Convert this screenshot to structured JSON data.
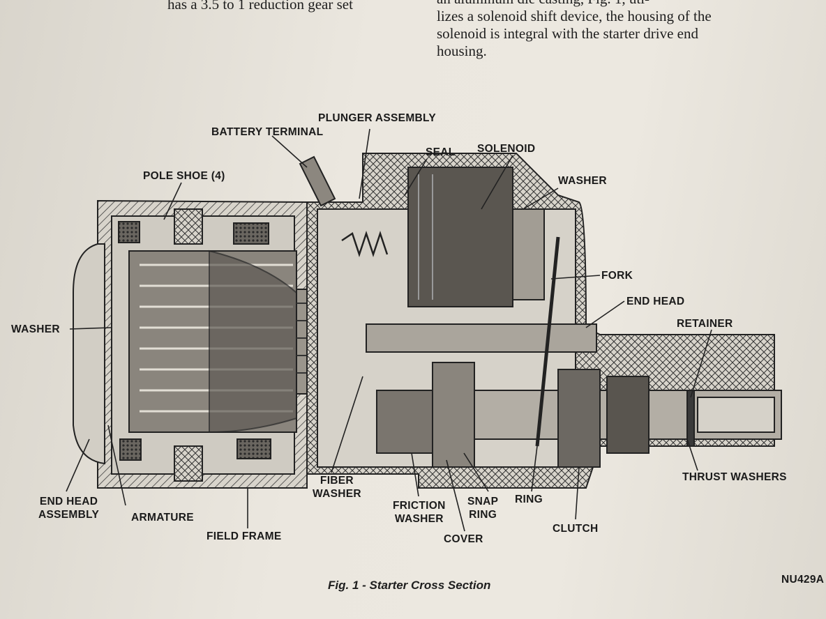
{
  "text": {
    "left_fragment": "has a 3.5 to 1 reduction gear set",
    "right_lines": [
      "an aluminum die casting, Fig. 1, uti-",
      "lizes a solenoid shift device, the housing of the",
      "solenoid is integral with the starter drive end",
      "housing."
    ]
  },
  "figure": {
    "caption": "Fig. 1 - Starter Cross Section",
    "code": "NU429A",
    "labels": {
      "plunger_assembly": "PLUNGER ASSEMBLY",
      "battery_terminal": "BATTERY TERMINAL",
      "seal": "SEAL",
      "solenoid": "SOLENOID",
      "pole_shoe": "POLE SHOE (4)",
      "washer_top": "WASHER",
      "fork": "FORK",
      "end_head": "END HEAD",
      "retainer": "RETAINER",
      "washer_left": "WASHER",
      "thrust_washers": "THRUST WASHERS",
      "end_head_assembly": [
        "END HEAD",
        "ASSEMBLY"
      ],
      "armature": "ARMATURE",
      "fiber_washer": [
        "FIBER",
        "WASHER"
      ],
      "friction_washer": [
        "FRICTION",
        "WASHER"
      ],
      "snap_ring": [
        "SNAP",
        "RING"
      ],
      "ring": "RING",
      "cover": "COVER",
      "clutch": "CLUTCH",
      "field_frame": "FIELD FRAME"
    }
  }
}
